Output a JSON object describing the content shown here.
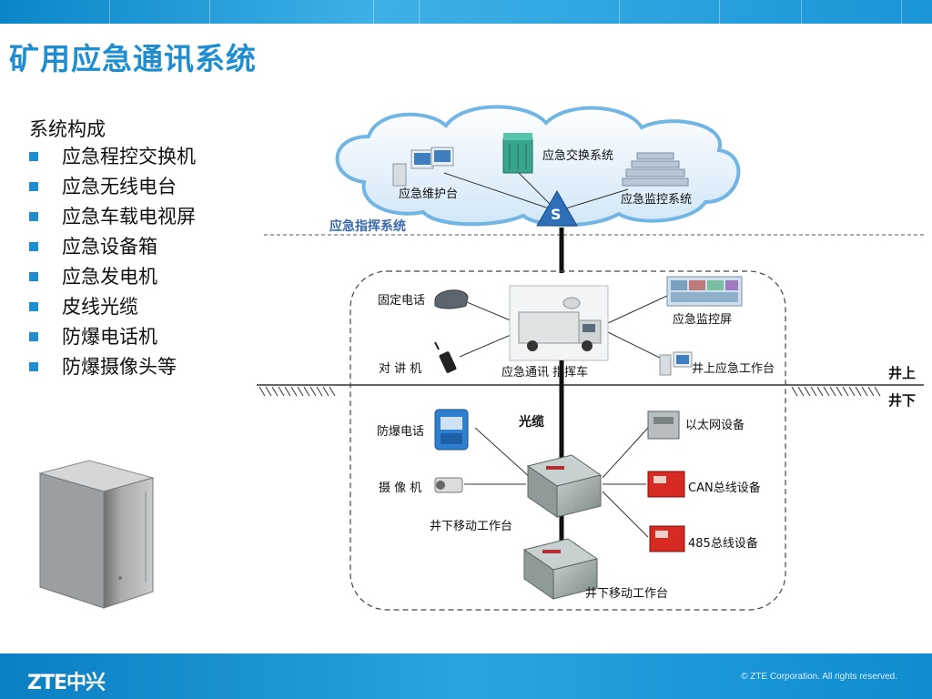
{
  "slide": {
    "title": "矿用应急通讯系统",
    "list_heading": "系统构成",
    "items": [
      "应急程控交换机",
      "应急无线电台",
      "应急车载电视屏",
      "应急设备箱",
      "应急发电机",
      "皮线光缆",
      "防爆电话机",
      "防爆摄像头等"
    ]
  },
  "diagram": {
    "cloud_labels": {
      "maintenance": "应急维护台",
      "switch_system": "应急交换系统",
      "monitor_system": "应急监控系统",
      "command_system": "应急指挥系统"
    },
    "surface_labels": {
      "fixed_phone": "固定电话",
      "walkie": "对 讲 机",
      "vehicle": "应急通讯  指挥车",
      "monitor_screen": "应急监控屏",
      "surface_workstation": "井上应急工作台",
      "above_ground": "井上",
      "below_ground": "井下"
    },
    "underground_labels": {
      "fiber": "光缆",
      "explosion_phone": "防爆电话",
      "camera": "摄 像 机",
      "mobile_ws_1": "井下移动工作台",
      "mobile_ws_2": "井下移动工作台",
      "ethernet": "以太网设备",
      "can_bus": "CAN总线设备",
      "rs485": "485总线设备"
    }
  },
  "footer": {
    "logo": "ZTE中兴",
    "copyright": "© ZTE Corporation. All rights reserved."
  },
  "colors": {
    "accent": "#1f8ed0",
    "bar": "#1a95d6"
  }
}
